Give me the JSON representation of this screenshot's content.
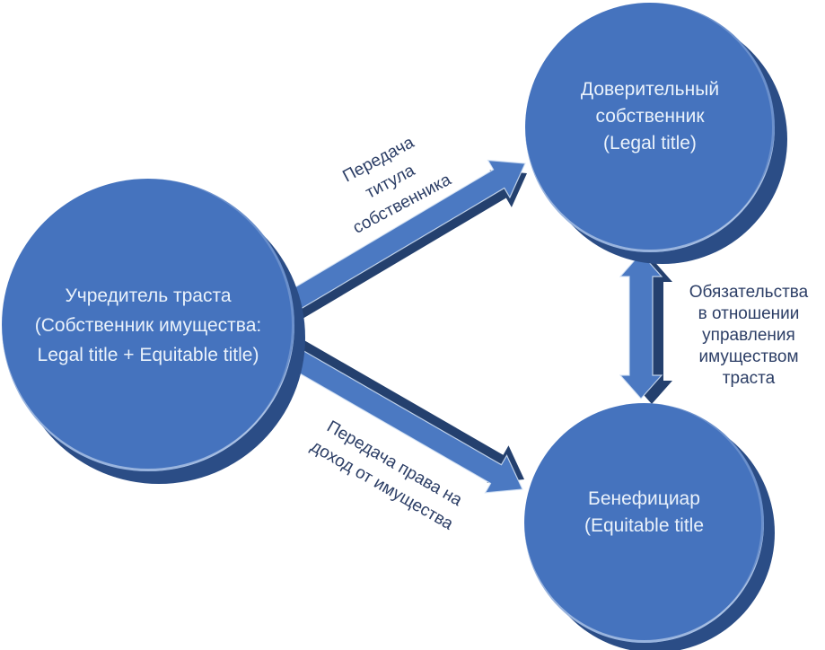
{
  "diagram": {
    "title": "Trust structure diagram",
    "colors": {
      "background": "#FFFFFF",
      "circle_fill": "#4573BE",
      "circle_shadow": "#2B4D86",
      "arrow_fill": "#4B79C2",
      "arrow_shadow": "#24406E",
      "arrow_edge_highlight": "#C5D4EC",
      "circle_text": "#EAF2FB",
      "label_text": "#2C3E66"
    },
    "nodes": {
      "settlor": {
        "lines": [
          "Учредитель траста",
          "(Собственник имущества:",
          "Legal title + Equitable title)"
        ]
      },
      "trustee": {
        "lines": [
          "Доверительный",
          "собственник",
          "(Legal title)"
        ]
      },
      "beneficiary": {
        "lines": [
          "Бенефициар",
          "(Equitable title"
        ]
      }
    },
    "edges": {
      "title_transfer": {
        "from": "settlor",
        "to": "trustee",
        "direction": "one-way",
        "lines": [
          "Передача",
          "титула",
          "собственника"
        ]
      },
      "income_transfer": {
        "from": "settlor",
        "to": "beneficiary",
        "direction": "one-way",
        "lines": [
          "Передача права на",
          "доход от имущества"
        ]
      },
      "obligations": {
        "from": "trustee",
        "to": "beneficiary",
        "direction": "two-way",
        "lines": [
          "Обязательства",
          "в отношении",
          "управления",
          "имуществом",
          "траста"
        ]
      }
    }
  }
}
